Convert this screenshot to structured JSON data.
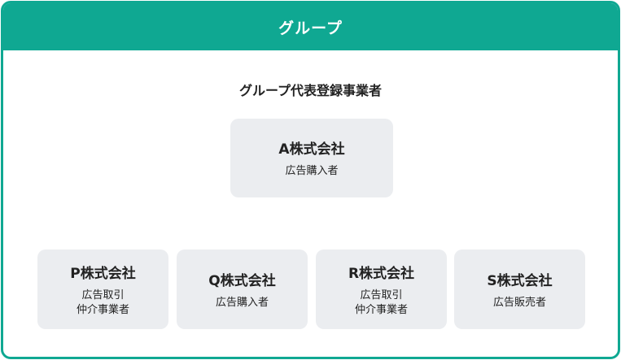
{
  "header": {
    "title": "グループ"
  },
  "subtitle": "グループ代表登録事業者",
  "root": {
    "name": "A株式会社",
    "role": [
      "広告購入者"
    ]
  },
  "children": [
    {
      "name": "P株式会社",
      "role": [
        "広告取引",
        "仲介事業者"
      ]
    },
    {
      "name": "Q株式会社",
      "role": [
        "広告購入者"
      ]
    },
    {
      "name": "R株式会社",
      "role": [
        "広告取引",
        "仲介事業者"
      ]
    },
    {
      "name": "S株式会社",
      "role": [
        "広告販売者"
      ]
    }
  ],
  "colors": {
    "accent": "#0fa892",
    "card": "#ebedf0",
    "text": "#222222"
  }
}
